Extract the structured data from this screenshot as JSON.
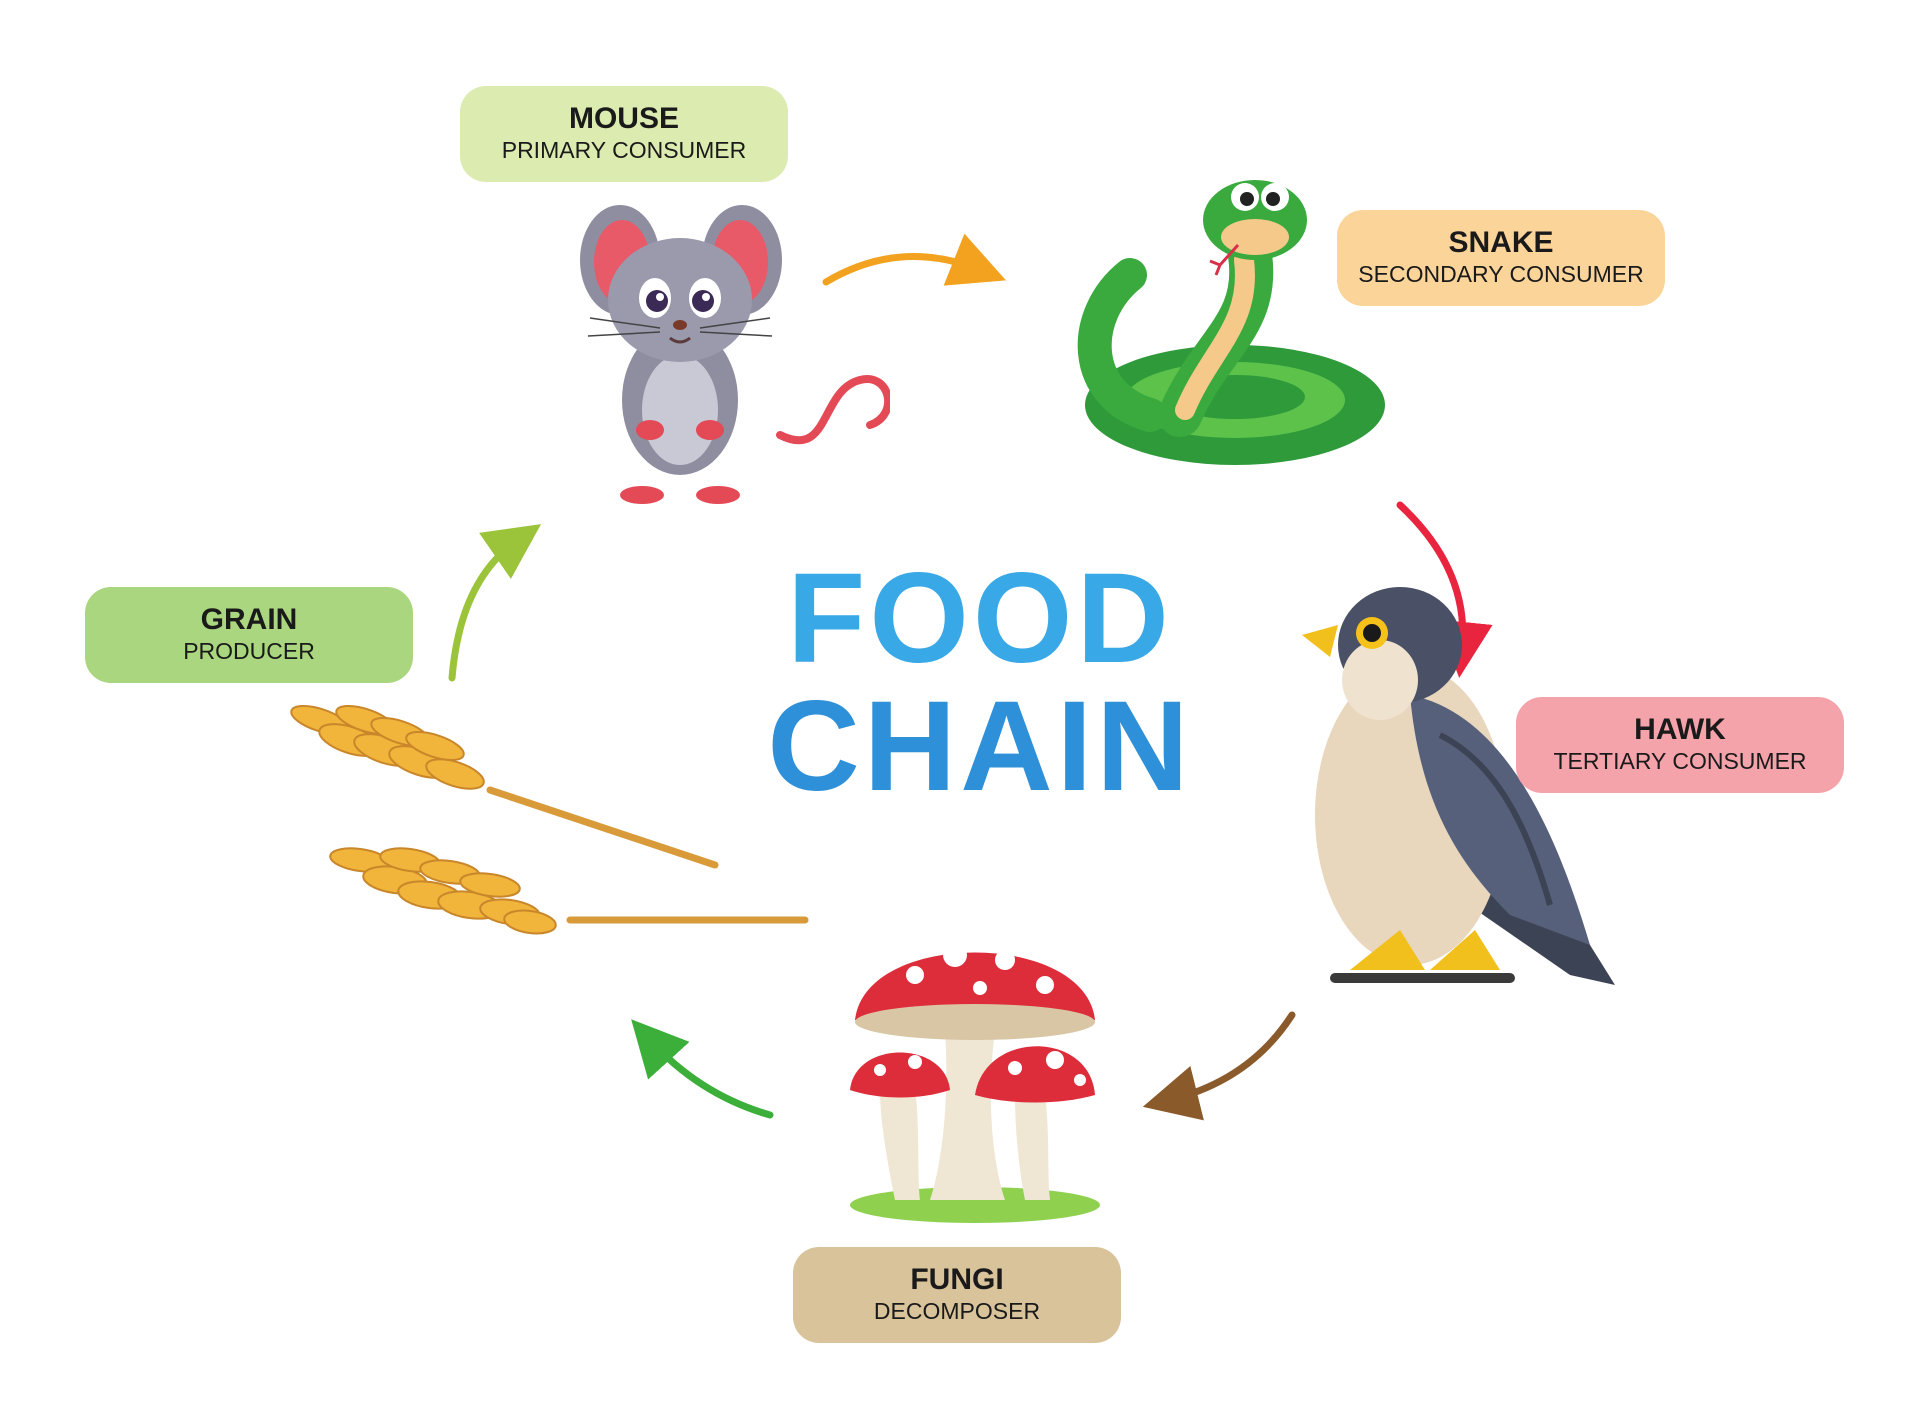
{
  "title": {
    "line1": "FOOD",
    "line2": "CHAIN",
    "color": "#2e9fe0"
  },
  "organisms": [
    {
      "name": "MOUSE",
      "role": "PRIMARY CONSUMER",
      "color": "#dcebb0",
      "icon": "mouse-icon"
    },
    {
      "name": "SNAKE",
      "role": "SECONDARY CONSUMER",
      "color": "#fbd49a",
      "icon": "snake-icon"
    },
    {
      "name": "HAWK",
      "role": "TERTIARY CONSUMER",
      "color": "#f5a3ab",
      "icon": "hawk-icon"
    },
    {
      "name": "FUNGI",
      "role": "DECOMPOSER",
      "color": "#d9c39b",
      "icon": "mushroom-icon"
    },
    {
      "name": "GRAIN",
      "role": "PRODUCER",
      "color": "#a9d67e",
      "icon": "wheat-icon"
    }
  ],
  "arrow_colors": {
    "mouse_to_snake": "#f3a21f",
    "snake_to_hawk": "#e8243f",
    "hawk_to_fungi": "#8b5a2b",
    "fungi_to_grain": "#3cae3a",
    "grain_to_mouse": "#9cc43a"
  }
}
